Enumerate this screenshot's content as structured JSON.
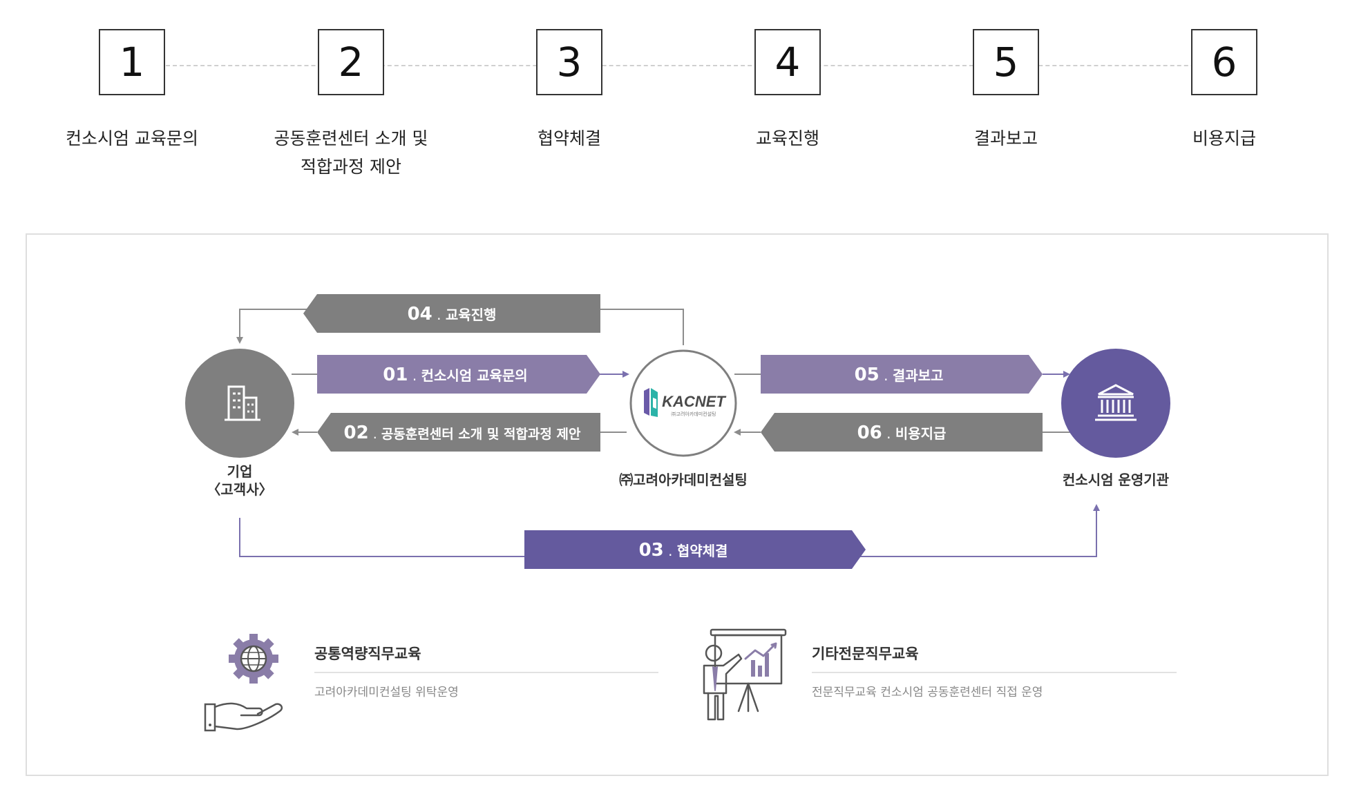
{
  "steps": [
    {
      "number": "1",
      "label": "컨소시엄 교육문의"
    },
    {
      "number": "2",
      "label": "공동훈련센터 소개 및\n적합과정 제안"
    },
    {
      "number": "3",
      "label": "협약체결"
    },
    {
      "number": "4",
      "label": "교육진행"
    },
    {
      "number": "5",
      "label": "결과보고"
    },
    {
      "number": "6",
      "label": "비용지급"
    }
  ],
  "diagram": {
    "nodes": {
      "company": {
        "caption_line1": "기업",
        "caption_line2": "〈고객사〉"
      },
      "kacnet": {
        "logo_text": "KACNET",
        "logo_sub": "㈜고려아카데미컨설팅",
        "caption": "㈜고려아카데미컨설팅"
      },
      "operator": {
        "caption": "컨소시엄 운영기관"
      }
    },
    "flows": {
      "f01": {
        "num": "01",
        "label": "컨소시엄 교육문의"
      },
      "f02": {
        "num": "02",
        "label": "공동훈련센터 소개 및 적합과정 제안"
      },
      "f03": {
        "num": "03",
        "label": "협약체결"
      },
      "f04": {
        "num": "04",
        "label": "교육진행"
      },
      "f05": {
        "num": "05",
        "label": "결과보고"
      },
      "f06": {
        "num": "06",
        "label": "비용지급"
      }
    },
    "colors": {
      "gray": "#7f7f7f",
      "light_purple": "#8a7da8",
      "dark_purple": "#645a9e",
      "line": "#8c8c8c"
    }
  },
  "education": [
    {
      "title": "공통역량직무교육",
      "sub": "고려아카데미컨설팅 위탁운영",
      "icon": "hand-gear-globe-icon"
    },
    {
      "title": "기타전문직무교육",
      "sub": "전문직무교육 컨소시엄 공동훈련센터 직접 운영",
      "icon": "presenter-chart-icon"
    }
  ]
}
